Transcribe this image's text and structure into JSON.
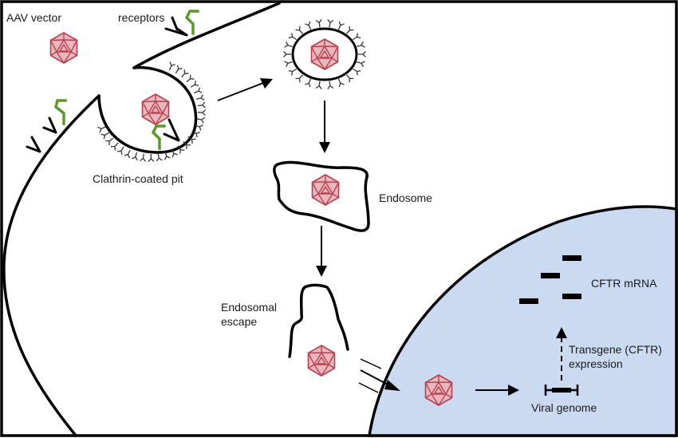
{
  "figure": {
    "title": "AAV vector transduction pathway",
    "colors": {
      "nucleus_fill": "#c9daf1",
      "capsid": "#b8424f",
      "receptor_green": "#5a9a2a",
      "line": "#000000"
    }
  },
  "labels": {
    "aav_vector": "AAV vector",
    "receptors": "receptors",
    "clathrin_pit": "Clathrin-coated pit",
    "endosome": "Endosome",
    "endosomal_escape_line1": "Endosomal",
    "endosomal_escape_line2": "escape",
    "cftr_mrna": "CFTR mRNA",
    "transgene_line1": "Transgene (CFTR)",
    "transgene_line2": "expression",
    "viral_genome": "Viral genome"
  },
  "icons": {
    "capsid": "icosahedral-capsid-icon",
    "receptor": "receptor-icon",
    "mrna": "mrna-bar-icon"
  },
  "steps": [
    "AAV vector binds receptors",
    "Clathrin-coated pit",
    "Coated vesicle",
    "Endosome",
    "Endosomal escape",
    "Nuclear entry",
    "Viral genome",
    "Transgene (CFTR) expression",
    "CFTR mRNA"
  ]
}
